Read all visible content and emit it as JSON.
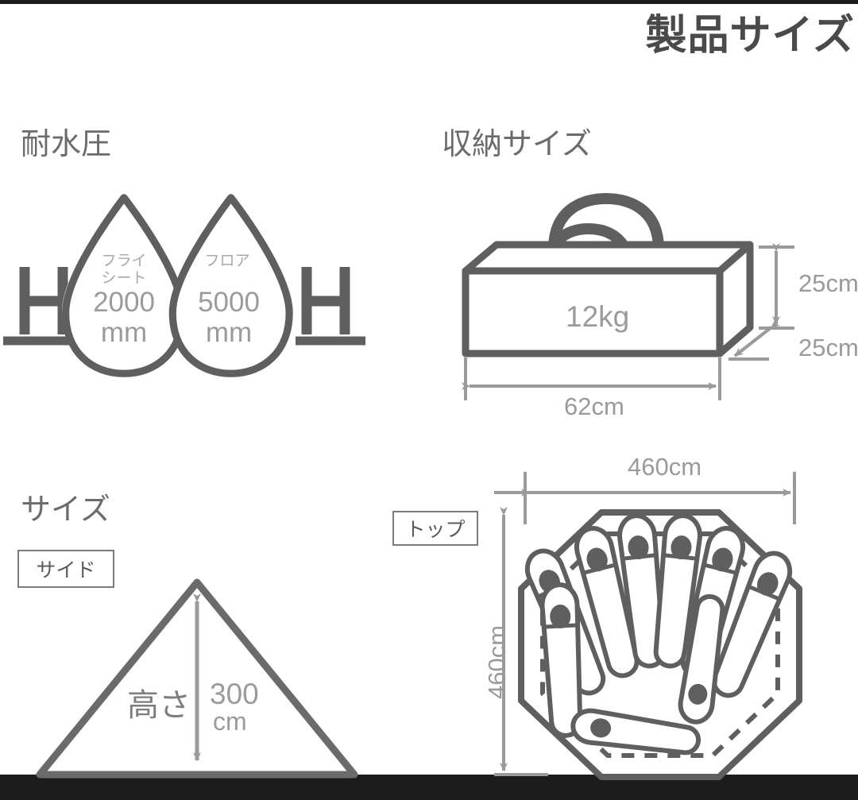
{
  "title": "製品サイズ",
  "sections": {
    "water_resistance": {
      "heading": "耐水圧",
      "formula_left": "H",
      "formula_right": "H",
      "droplets": [
        {
          "name": "フライシート",
          "name_line1": "フライ",
          "name_line2": "シート",
          "value": "2000",
          "unit": "mm"
        },
        {
          "name": "フロア",
          "name_line1": "フロア",
          "name_line2": "",
          "value": "5000",
          "unit": "mm"
        }
      ]
    },
    "storage_size": {
      "heading": "収納サイズ",
      "weight": "12kg",
      "width": "62cm",
      "height": "25cm",
      "depth": "25cm"
    },
    "size": {
      "heading": "サイズ",
      "side_view": {
        "tag": "サイド",
        "height_label": "高さ",
        "height_value": "300",
        "height_unit": "cm"
      },
      "top_view": {
        "tag": "トップ",
        "width": "460cm",
        "depth": "460cm",
        "sleeping_bags_vertical": 7,
        "sleeping_bags_horizontal": 2
      }
    }
  },
  "colors": {
    "outline": "#5f5f5f",
    "dimension": "#9a9a9a",
    "heading": "#6b6b6b",
    "title": "#4a4a4a",
    "bar": "#1c1c1c"
  }
}
